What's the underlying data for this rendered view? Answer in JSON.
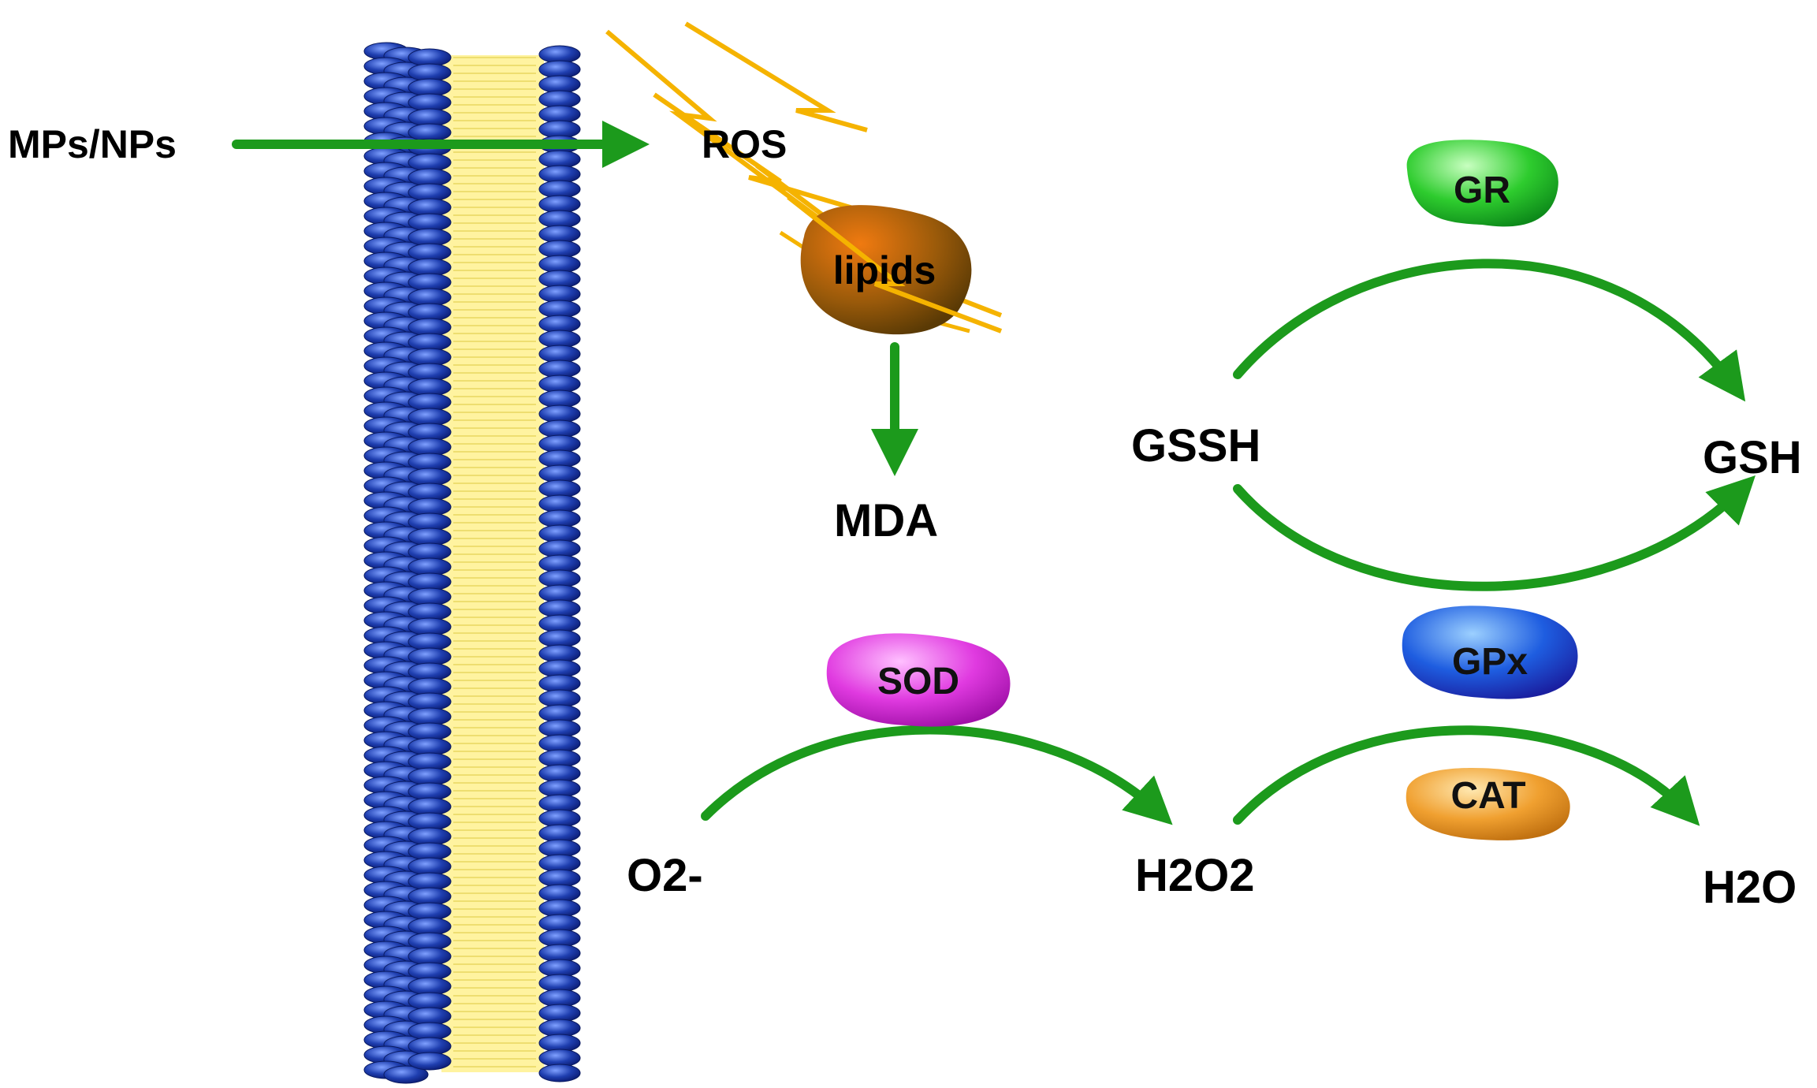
{
  "diagram": {
    "labels": {
      "mps_nps": "MPs/NPs",
      "ros": "ROS",
      "lipids": "lipids",
      "mda": "MDA",
      "gssh": "GSSH",
      "gsh": "GSH",
      "o2": "O2-",
      "h2o2": "H2O2",
      "h2o": "H2O"
    },
    "enzymes": {
      "gr": "GR",
      "gpx": "GPx",
      "sod": "SOD",
      "cat": "CAT"
    },
    "colors": {
      "arrow": "#1c9a1c",
      "membrane_head": "#1f3fb0",
      "membrane_tail": "#fff3a0",
      "ros_bolt": "#f5b300",
      "lipid_blob": "#9a5a0a",
      "gr": "#2ecc2e",
      "gpx": "#1e5de0",
      "sod": "#e03ae0",
      "cat": "#f0a030"
    }
  }
}
